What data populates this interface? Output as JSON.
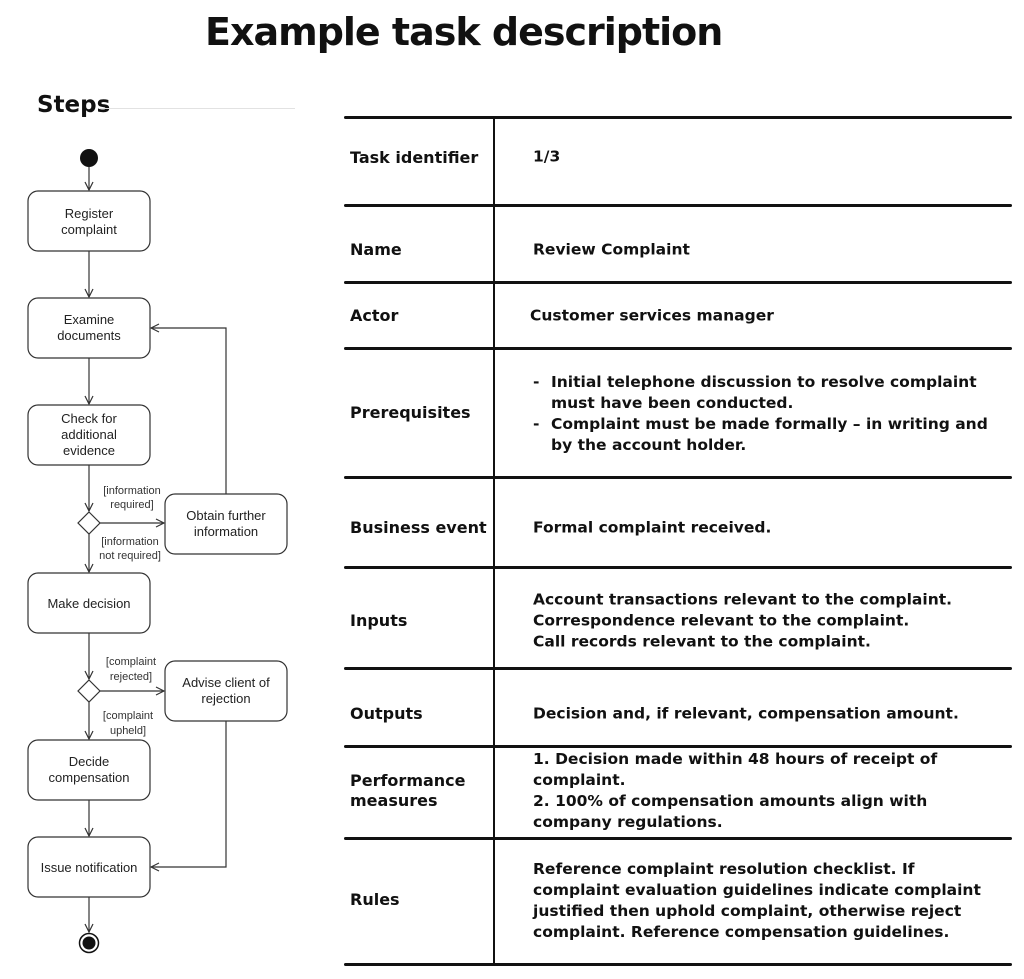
{
  "page": {
    "title": "Example task description"
  },
  "steps": {
    "title": "Steps",
    "nodes": {
      "register": [
        "Register",
        "complaint"
      ],
      "examine": [
        "Examine",
        "documents"
      ],
      "check": [
        "Check for",
        "additional",
        "evidence"
      ],
      "obtain": [
        "Obtain further",
        "information"
      ],
      "decision": [
        "Make decision"
      ],
      "advise": [
        "Advise client of",
        "rejection"
      ],
      "compensation": [
        "Decide",
        "compensation"
      ],
      "notify": [
        "Issue notification"
      ]
    },
    "guards": {
      "info_required": [
        "[information",
        "required]"
      ],
      "info_not_required": [
        "[information",
        "not required]"
      ],
      "complaint_rejected": [
        "[complaint",
        "rejected]"
      ],
      "complaint_upheld": [
        "[complaint",
        "upheld]"
      ]
    }
  },
  "table": {
    "rows": [
      {
        "label": "Task identifier",
        "value": "1/3"
      },
      {
        "label": "Name",
        "value": "Review Complaint"
      },
      {
        "label": "Actor",
        "value": "Customer services manager"
      },
      {
        "label": "Prerequisites",
        "bullets": [
          "Initial telephone discussion to resolve complaint must have been conducted.",
          "Complaint must be made formally – in writing and by the account holder."
        ]
      },
      {
        "label": "Business event",
        "value": "Formal complaint received."
      },
      {
        "label": "Inputs",
        "lines": [
          "Account transactions relevant to the complaint.",
          "Correspondence relevant to the complaint.",
          "Call records relevant to the complaint."
        ]
      },
      {
        "label": "Outputs",
        "value": "Decision and, if relevant, compensation amount."
      },
      {
        "label": "Performance measures",
        "lines": [
          "1. Decision made within 48 hours of receipt of complaint.",
          "2. 100% of compensation amounts align with company regulations."
        ]
      },
      {
        "label": "Rules",
        "value": "Reference complaint resolution checklist. If complaint evaluation guidelines indicate complaint justified then uphold complaint, otherwise reject complaint. Reference compensation guidelines."
      }
    ]
  }
}
